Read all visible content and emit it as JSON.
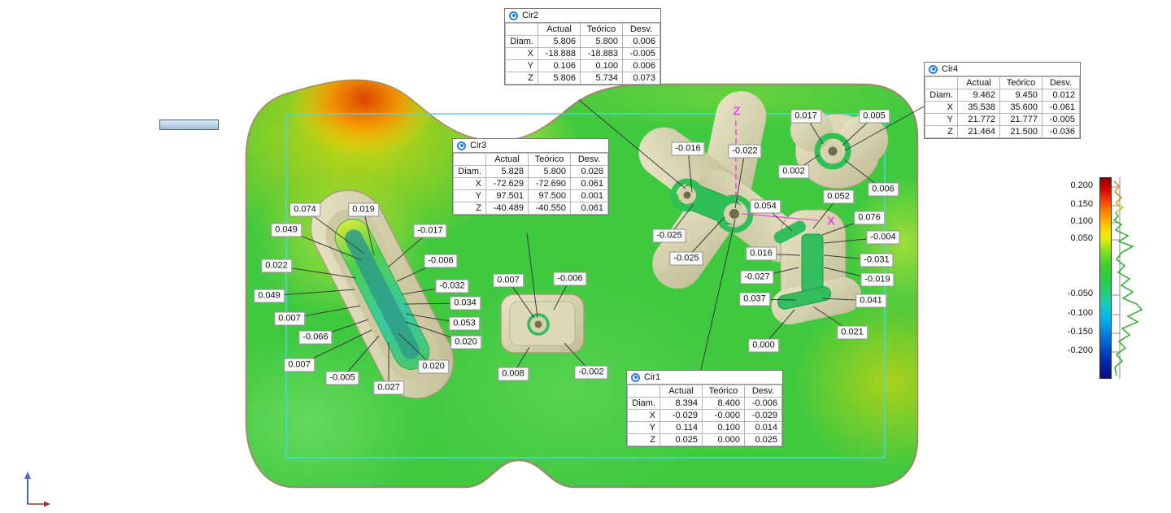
{
  "axis_labels": {
    "z": "Z",
    "x": "X"
  },
  "tables": {
    "cir2": {
      "title": "Cir2",
      "columns": [
        "",
        "Actual",
        "Teórico",
        "Desv."
      ],
      "rows": [
        [
          "Diam.",
          "5.806",
          "5.800",
          "0.006"
        ],
        [
          "X",
          "-18.888",
          "-18.883",
          "-0.005"
        ],
        [
          "Y",
          "0.106",
          "0.100",
          "0.006"
        ],
        [
          "Z",
          "5.806",
          "5.734",
          "0.073"
        ]
      ]
    },
    "cir3": {
      "title": "Cir3",
      "columns": [
        "",
        "Actual",
        "Teórico",
        "Desv."
      ],
      "rows": [
        [
          "Diam.",
          "5.828",
          "5.800",
          "0.028"
        ],
        [
          "X",
          "-72.629",
          "-72.690",
          "0.061"
        ],
        [
          "Y",
          "97.501",
          "97.500",
          "0.001"
        ],
        [
          "Z",
          "-40.489",
          "-40.550",
          "0.061"
        ]
      ]
    },
    "cir4": {
      "title": "Cir4",
      "columns": [
        "",
        "Actual",
        "Teórico",
        "Desv."
      ],
      "rows": [
        [
          "Diam.",
          "9.462",
          "9.450",
          "0.012"
        ],
        [
          "X",
          "35.538",
          "35.600",
          "-0.061"
        ],
        [
          "Y",
          "21.772",
          "21.777",
          "-0.005"
        ],
        [
          "Z",
          "21.464",
          "21.500",
          "-0.036"
        ]
      ]
    },
    "cir1": {
      "title": "Cir1",
      "columns": [
        "",
        "Actual",
        "Teórico",
        "Desv."
      ],
      "rows": [
        [
          "Diam.",
          "8.394",
          "8.400",
          "-0.006"
        ],
        [
          "X",
          "-0.029",
          "-0.000",
          "-0.029"
        ],
        [
          "Y",
          "0.114",
          "0.100",
          "0.014"
        ],
        [
          "Z",
          "0.025",
          "0.000",
          "0.025"
        ]
      ]
    }
  },
  "callouts": [
    "0.074",
    "0.019",
    "0.049",
    "-0.017",
    "0.022",
    "-0.006",
    "0.049",
    "-0.032",
    "0.034",
    "0.007",
    "0.053",
    "0.020",
    "-0.066",
    "0.007",
    "-0.005",
    "0.020",
    "0.027",
    "0.007",
    "-0.006",
    "0.008",
    "-0.002",
    "-0.016",
    "-0.022",
    "0.017",
    "0.005",
    "0.002",
    "0.006",
    "0.054",
    "0.052",
    "0.076",
    "-0.025",
    "-0.025",
    "0.016",
    "-0.004",
    "-0.031",
    "-0.027",
    "-0.019",
    "0.037",
    "0.041",
    "0.000",
    "0.021"
  ],
  "legend": {
    "labels": [
      "0.200",
      "0.150",
      "0.100",
      "0.050",
      "-0.050",
      "-0.100",
      "-0.150",
      "-0.200"
    ]
  },
  "colors": {
    "part_base": "#3fc93f",
    "boss_beige": "#d6d1ac",
    "ring_green": "#2fc055",
    "annotation_magenta": "#e84ae8",
    "alignment_cyan": "#46d8ea",
    "legend_max": "#8b0000",
    "legend_min": "#001080"
  }
}
